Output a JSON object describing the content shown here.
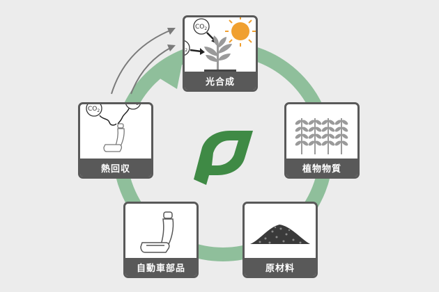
{
  "stages": {
    "photosynthesis": "光合成",
    "plant_material": "植物物質",
    "raw_material": "原材料",
    "auto_parts": "自動車部品",
    "heat_recovery": "熱回収"
  },
  "co2_label": "CO",
  "co2_subscript": "2",
  "colors": {
    "cycle_ring": "#8fbf9b",
    "leaf": "#3f8a45",
    "card_frame": "#595959",
    "sun": "#f0a030"
  }
}
